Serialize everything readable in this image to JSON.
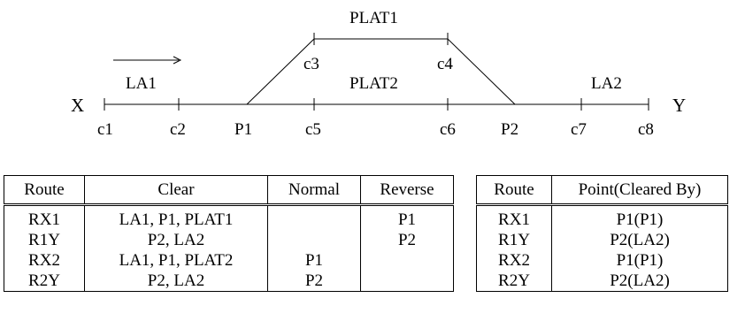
{
  "diagram": {
    "endpoints": {
      "left": "X",
      "right": "Y"
    },
    "track_labels": {
      "la1": "LA1",
      "la2": "LA2",
      "plat1": "PLAT1",
      "plat2": "PLAT2"
    },
    "nodes": {
      "c1": "c1",
      "c2": "c2",
      "p1": "P1",
      "c5": "c5",
      "c6": "c6",
      "p2": "P2",
      "c7": "c7",
      "c8": "c8",
      "c3": "c3",
      "c4": "c4"
    }
  },
  "routes_table": {
    "headers": [
      "Route",
      "Clear",
      "Normal",
      "Reverse"
    ],
    "rows": [
      [
        "RX1",
        "LA1, P1, PLAT1",
        "",
        "P1"
      ],
      [
        "R1Y",
        "P2, LA2",
        "",
        "P2"
      ],
      [
        "RX2",
        "LA1, P1, PLAT2",
        "P1",
        ""
      ],
      [
        "R2Y",
        "P2, LA2",
        "P2",
        ""
      ]
    ]
  },
  "points_table": {
    "headers": [
      "Route",
      "Point(Cleared By)"
    ],
    "rows": [
      [
        "RX1",
        "P1(P1)"
      ],
      [
        "R1Y",
        "P2(LA2)"
      ],
      [
        "RX2",
        "P1(P1)"
      ],
      [
        "R2Y",
        "P2(LA2)"
      ]
    ]
  }
}
